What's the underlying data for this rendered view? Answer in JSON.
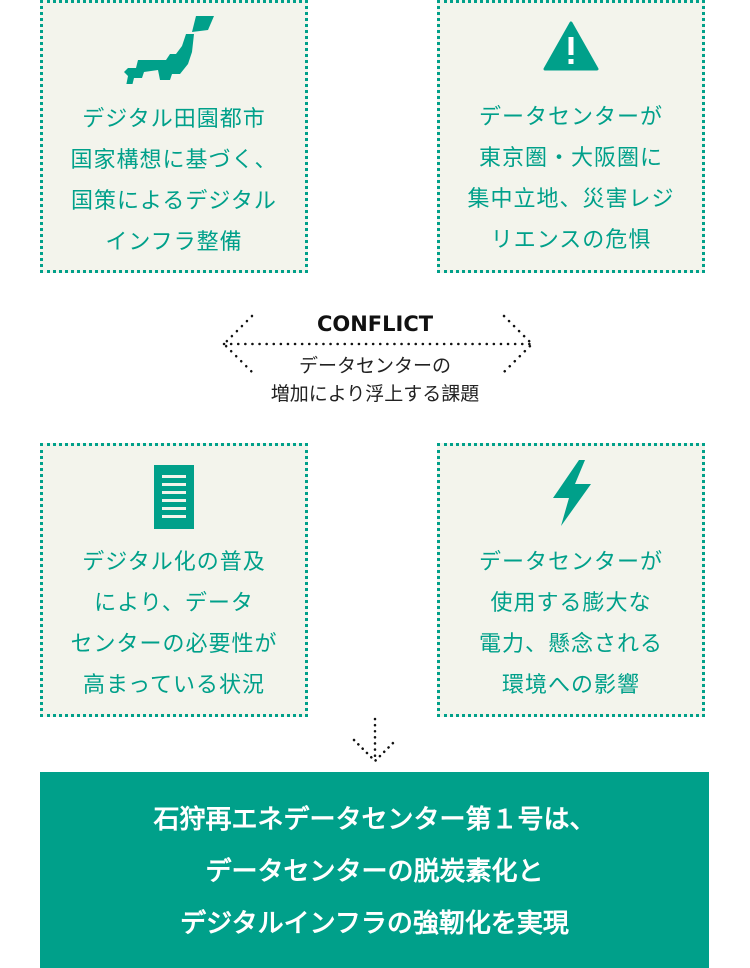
{
  "colors": {
    "accent": "#00a08a",
    "box_bg": "#f3f4ec"
  },
  "boxes": [
    {
      "icon": "japan-map-icon",
      "text": "デジタル田園都市\n国家構想に基づく、\n国策によるデジタル\nインフラ整備"
    },
    {
      "icon": "warning-icon",
      "text": "データセンターが\n東京圏・大阪圏に\n集中立地、災害レジ\nリエンスの危惧"
    },
    {
      "icon": "document-icon",
      "text": "デジタル化の普及\nにより、データ\nセンターの必要性が\n高まっている状況"
    },
    {
      "icon": "lightning-icon",
      "text": "データセンターが\n使用する膨大な\n電力、懸念される\n環境への影響"
    }
  ],
  "conflict": {
    "title": "CONFLICT",
    "subtitle": "データセンターの\n増加により浮上する課題"
  },
  "result": {
    "text": "石狩再エネデータセンター第１号は、\nデータセンターの脱炭素化と\nデジタルインフラの強靭化を実現"
  }
}
